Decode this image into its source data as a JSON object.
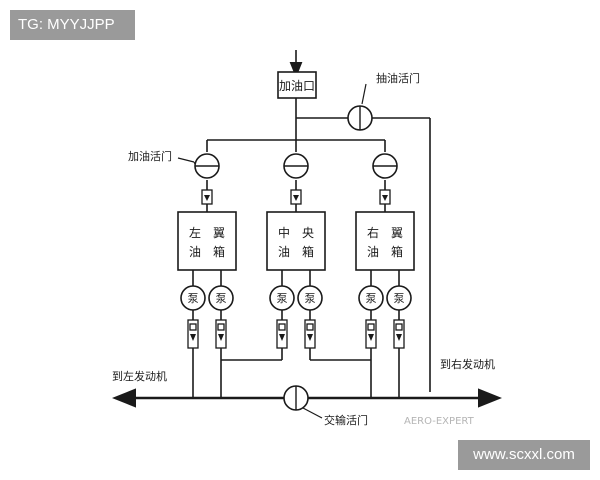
{
  "tags": {
    "top_left": "TG: MYYJJPP",
    "bottom_right": "www.scxxl.com"
  },
  "diagram": {
    "filler_port": "加油口",
    "suction_valve": "抽油活门",
    "refuel_valve": "加油活门",
    "crossfeed_valve": "交输活门",
    "to_left_engine": "到左发动机",
    "to_right_engine": "到右发动机",
    "watermark": "AERO-EXPERT",
    "tanks": [
      {
        "line1": "左　翼",
        "line2": "油　箱"
      },
      {
        "line1": "中　央",
        "line2": "油　箱"
      },
      {
        "line1": "右　翼",
        "line2": "油　箱"
      }
    ],
    "pump_label": "泵"
  },
  "colors": {
    "line": "#1a1a1a",
    "tag_background": "#9a9a9a",
    "tag_text": "#ffffff",
    "watermark": "#b5b5b5"
  }
}
